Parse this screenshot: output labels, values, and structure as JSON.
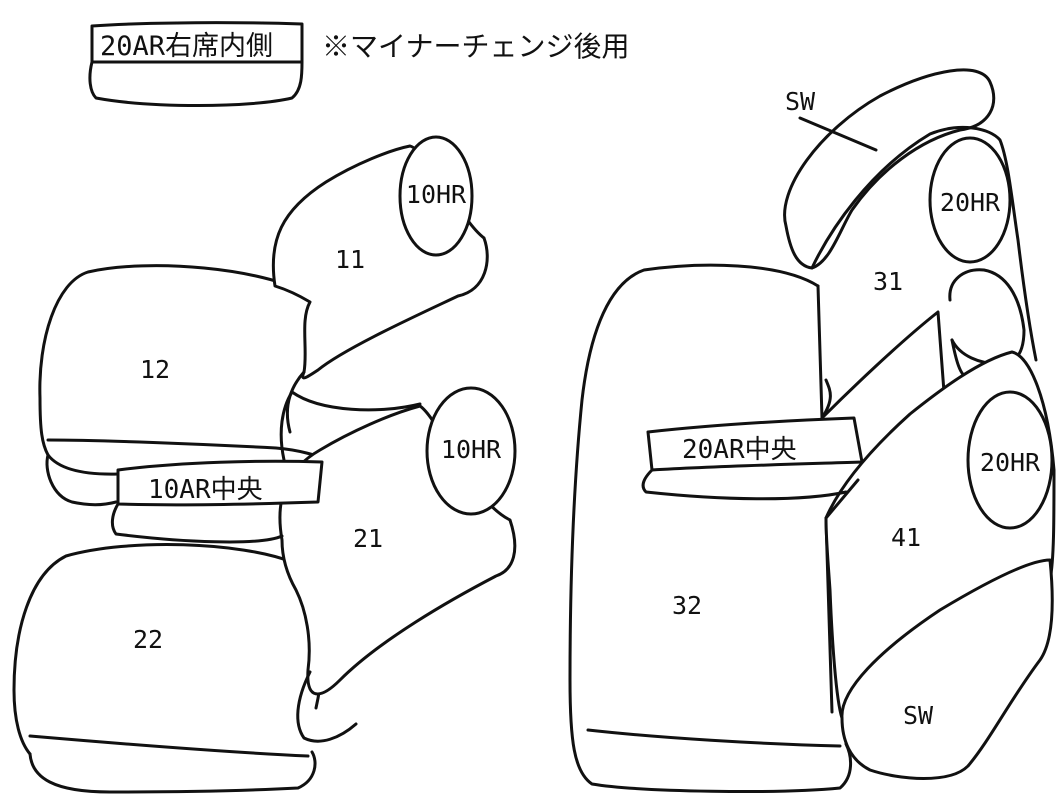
{
  "header": {
    "tag_label": "20AR右席内側",
    "note": "※マイナーチェンジ後用"
  },
  "left_seat": {
    "headrest_front": "10HR",
    "part_11": "11",
    "part_12": "12",
    "headrest_rear": "10HR",
    "part_21": "21",
    "part_22": "22",
    "center_tag": "10AR中央"
  },
  "right_seat": {
    "side_wing_top": "SW",
    "headrest_upper": "20HR",
    "part_31": "31",
    "part_32": "32",
    "center_tag": "20AR中央",
    "headrest_lower": "20HR",
    "part_41": "41",
    "side_wing_bottom": "SW"
  }
}
